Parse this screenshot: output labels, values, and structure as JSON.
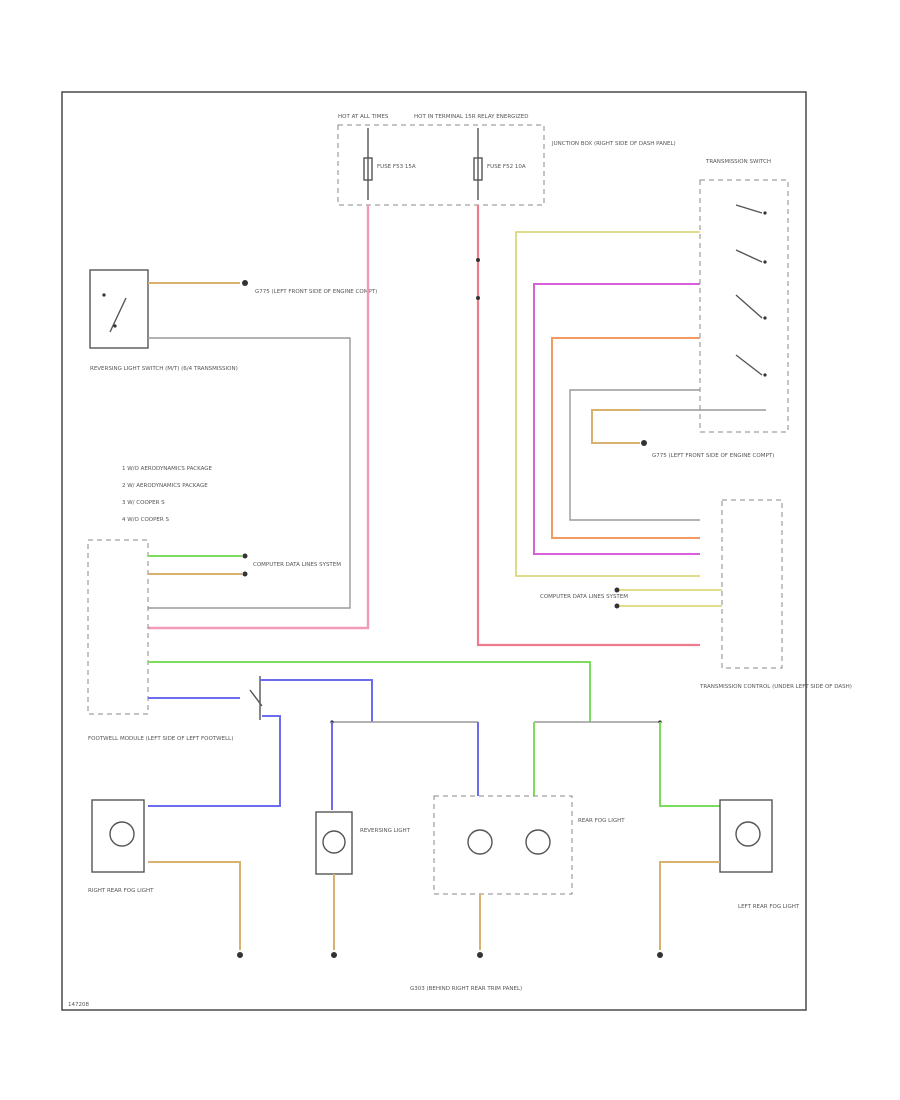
{
  "header": {
    "hot_at_all_times": "HOT AT ALL TIMES",
    "hot_terminal_15": "HOT IN TERMINAL 15R RELAY ENERGIZED",
    "junction_box": "JUNCTION BOX (RIGHT SIDE OF DASH PANEL)",
    "fuse_a": "FUSE F53 15A",
    "fuse_b": "FUSE F52 10A"
  },
  "reversing_switch": {
    "label": "REVERSING LIGHT SWITCH (M/T) (6/4 TRANSMISSION)",
    "ground_label": "G775 (LEFT FRONT SIDE OF ENGINE COMPT)"
  },
  "legend": {
    "items": [
      "1  W/O AERODYNAMICS PACKAGE",
      "2  W/ AERODYNAMICS PACKAGE",
      "3  W/ COOPER S",
      "4  W/O COOPER S"
    ]
  },
  "footwell": {
    "label": "FOOTWELL MODULE (LEFT SIDE OF LEFT FOOTWELL)",
    "computer_label": "COMPUTER DATA LINES SYSTEM"
  },
  "transmission_switch": {
    "label": "TRANSMISSION SWITCH"
  },
  "transmission_control": {
    "label": "TRANSMISSION CONTROL (UNDER LEFT SIDE OF DASH)",
    "ground_label": "G775 (LEFT FRONT SIDE OF ENGINE COMPT)",
    "computer_label": "COMPUTER DATA LINES SYSTEM"
  },
  "lamps": {
    "right_rear_fog": "RIGHT REAR FOG LIGHT",
    "reversing": "REVERSING LIGHT",
    "rear_fog": "REAR FOG LIGHT",
    "left_rear_fog": "LEFT REAR FOG LIGHT"
  },
  "bottom_ground": "G303 (BEHIND RIGHT REAR TRIM PANEL)",
  "footer_code": "147208",
  "colors": {
    "pink": "#f29ab8",
    "magenta": "#d75fd8",
    "orange": "#f39a62",
    "green": "#7ddc5c",
    "blue": "#6c6cee",
    "tan": "#d8b070",
    "yellow": "#d6d26a",
    "red_pink": "#ee7a8e",
    "gray_wire": "#9a9a9a"
  }
}
